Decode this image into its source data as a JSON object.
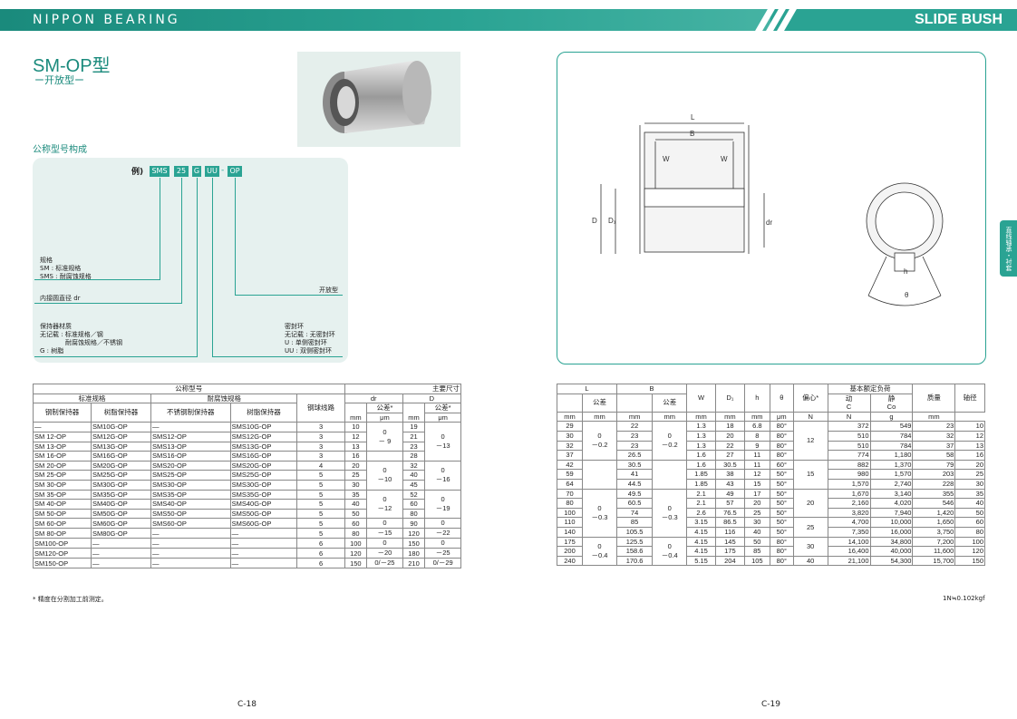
{
  "header": {
    "brand": "NIPPON BEARING",
    "section": "SLIDE BUSH"
  },
  "title": "SM-OP型",
  "subtitle": "ー开放型ー",
  "code": {
    "heading": "公称型号构成",
    "example": "例)",
    "parts": [
      "SMS",
      "25",
      "G",
      "UU",
      "OP"
    ],
    "dash": "-",
    "l_spec": [
      "规格",
      "SM : 标准规格",
      "SMS : 耐腐蚀规格"
    ],
    "l_dr": "内接圆直径 dr",
    "l_open": "开放型",
    "l_ret": [
      "保持器材质",
      "无记载 : 标准规格／钢",
      "　　　　耐腐蚀规格／不锈钢",
      "G : 树脂"
    ],
    "l_seal": [
      "密封环",
      "无记载 : 无密封环",
      "U : 单侧密封环",
      "UU : 双侧密封环"
    ]
  },
  "left_table": {
    "h1": [
      "公称型号",
      "主要尺寸"
    ],
    "h2": [
      "标准规格",
      "耐腐蚀规格",
      "钢球线路",
      "dr",
      "D"
    ],
    "h3": [
      "钢制保持器",
      "树脂保持器",
      "不锈钢制保持器",
      "树脂保持器",
      "公差*",
      "公差*"
    ],
    "units": [
      "mm",
      "μm",
      "mm",
      "μm"
    ],
    "rows": [
      [
        "—",
        "SM10G-OP",
        "—",
        "SMS10G-OP",
        "3",
        "10",
        "19"
      ],
      [
        "SM 12-OP",
        "SM12G-OP",
        "SMS12-OP",
        "SMS12G-OP",
        "3",
        "12",
        "21"
      ],
      [
        "SM 13-OP",
        "SM13G-OP",
        "SMS13-OP",
        "SMS13G-OP",
        "3",
        "13",
        "23"
      ],
      [
        "SM 16-OP",
        "SM16G-OP",
        "SMS16-OP",
        "SMS16G-OP",
        "3",
        "16",
        "28"
      ],
      [
        "SM 20-OP",
        "SM20G-OP",
        "SMS20-OP",
        "SMS20G-OP",
        "4",
        "20",
        "32"
      ],
      [
        "SM 25-OP",
        "SM25G-OP",
        "SMS25-OP",
        "SMS25G-OP",
        "5",
        "25",
        "40"
      ],
      [
        "SM 30-OP",
        "SM30G-OP",
        "SMS30-OP",
        "SMS30G-OP",
        "5",
        "30",
        "45"
      ],
      [
        "SM 35-OP",
        "SM35G-OP",
        "SMS35-OP",
        "SMS35G-OP",
        "5",
        "35",
        "52"
      ],
      [
        "SM 40-OP",
        "SM40G-OP",
        "SMS40-OP",
        "SMS40G-OP",
        "5",
        "40",
        "60"
      ],
      [
        "SM 50-OP",
        "SM50G-OP",
        "SMS50-OP",
        "SMS50G-OP",
        "5",
        "50",
        "80"
      ],
      [
        "SM 60-OP",
        "SM60G-OP",
        "SMS60-OP",
        "SMS60G-OP",
        "5",
        "60",
        "90"
      ],
      [
        "SM 80-OP",
        "SM80G-OP",
        "—",
        "—",
        "5",
        "80",
        "120"
      ],
      [
        "SM100-OP",
        "—",
        "—",
        "—",
        "6",
        "100",
        "150"
      ],
      [
        "SM120-OP",
        "—",
        "—",
        "—",
        "6",
        "120",
        "180"
      ],
      [
        "SM150-OP",
        "—",
        "—",
        "—",
        "6",
        "150",
        "210"
      ]
    ],
    "dr_tol": [
      {
        "span": 3,
        "v": [
          "0",
          "－ 9"
        ]
      },
      {
        "span": 1,
        "v": [
          ""
        ]
      },
      {
        "span": 3,
        "v": [
          "0",
          "－10"
        ]
      },
      {
        "span": 3,
        "v": [
          "0",
          "－12"
        ]
      },
      {
        "span": 1,
        "v": [
          "0"
        ]
      },
      {
        "span": 1,
        "v": [
          "－15"
        ]
      },
      {
        "span": 1,
        "v": [
          "0"
        ]
      },
      {
        "span": 1,
        "v": [
          "－20"
        ]
      },
      {
        "span": 1,
        "v": [
          "0/－25"
        ]
      }
    ],
    "d_tol": [
      {
        "span": 4,
        "v": [
          "0",
          "－13"
        ]
      },
      {
        "span": 3,
        "v": [
          "0",
          "－16"
        ]
      },
      {
        "span": 3,
        "v": [
          "0",
          "－19"
        ]
      },
      {
        "span": 1,
        "v": [
          "0"
        ]
      },
      {
        "span": 1,
        "v": [
          "－22"
        ]
      },
      {
        "span": 1,
        "v": [
          "0"
        ]
      },
      {
        "span": 1,
        "v": [
          "－25"
        ]
      },
      {
        "span": 1,
        "v": [
          "0/－29"
        ]
      }
    ],
    "note": "* 精度在分割加工前测定。"
  },
  "right_table": {
    "h1": [
      "L",
      "B",
      "W",
      "D₁",
      "h",
      "θ",
      "偏心*",
      "基本额定负荷",
      "质量",
      "轴径"
    ],
    "h2": [
      "公差",
      "公差",
      "动",
      "静"
    ],
    "h3": [
      "C",
      "Co"
    ],
    "units": [
      "mm",
      "mm",
      "mm",
      "mm",
      "mm",
      "mm",
      "mm",
      "μm",
      "N",
      "N",
      "g",
      "mm"
    ],
    "rows": [
      [
        "29",
        "22",
        "1.3",
        "18",
        "6.8",
        "80°",
        "372",
        "549",
        "23",
        "10"
      ],
      [
        "30",
        "23",
        "1.3",
        "20",
        "8",
        "80°",
        "510",
        "784",
        "32",
        "12"
      ],
      [
        "32",
        "23",
        "1.3",
        "22",
        "9",
        "80°",
        "510",
        "784",
        "37",
        "13"
      ],
      [
        "37",
        "26.5",
        "1.6",
        "27",
        "11",
        "80°",
        "774",
        "1,180",
        "58",
        "16"
      ],
      [
        "42",
        "30.5",
        "1.6",
        "30.5",
        "11",
        "60°",
        "882",
        "1,370",
        "79",
        "20"
      ],
      [
        "59",
        "41",
        "1.85",
        "38",
        "12",
        "50°",
        "980",
        "1,570",
        "203",
        "25"
      ],
      [
        "64",
        "44.5",
        "1.85",
        "43",
        "15",
        "50°",
        "1,570",
        "2,740",
        "228",
        "30"
      ],
      [
        "70",
        "49.5",
        "2.1",
        "49",
        "17",
        "50°",
        "1,670",
        "3,140",
        "355",
        "35"
      ],
      [
        "80",
        "60.5",
        "2.1",
        "57",
        "20",
        "50°",
        "2,160",
        "4,020",
        "546",
        "40"
      ],
      [
        "100",
        "74",
        "2.6",
        "76.5",
        "25",
        "50°",
        "3,820",
        "7,940",
        "1,420",
        "50"
      ],
      [
        "110",
        "85",
        "3.15",
        "86.5",
        "30",
        "50°",
        "4,700",
        "10,000",
        "1,650",
        "60"
      ],
      [
        "140",
        "105.5",
        "4.15",
        "116",
        "40",
        "50°",
        "7,350",
        "16,000",
        "3,750",
        "80"
      ],
      [
        "175",
        "125.5",
        "4.15",
        "145",
        "50",
        "80°",
        "14,100",
        "34,800",
        "7,200",
        "100"
      ],
      [
        "200",
        "158.6",
        "4.15",
        "175",
        "85",
        "80°",
        "16,400",
        "40,000",
        "11,600",
        "120"
      ],
      [
        "240",
        "170.6",
        "5.15",
        "204",
        "105",
        "80°",
        "21,100",
        "54,300",
        "15,700",
        "150"
      ]
    ],
    "l_tol": [
      {
        "span": 4,
        "v": [
          "0",
          "－0.2"
        ]
      },
      {
        "span": 3,
        "v": [
          ""
        ]
      },
      {
        "span": 5,
        "v": [
          "0",
          "－0.3"
        ]
      },
      {
        "span": 3,
        "v": [
          "0",
          "－0.4"
        ]
      }
    ],
    "b_tol": [
      {
        "span": 4,
        "v": [
          "0",
          "－0.2"
        ]
      },
      {
        "span": 3,
        "v": [
          ""
        ]
      },
      {
        "span": 5,
        "v": [
          "0",
          "－0.3"
        ]
      },
      {
        "span": 3,
        "v": [
          "0",
          "－0.4"
        ]
      }
    ],
    "ecc": [
      {
        "span": 4,
        "v": "12"
      },
      {
        "span": 3,
        "v": "15"
      },
      {
        "span": 3,
        "v": "20"
      },
      {
        "span": 2,
        "v": "25"
      },
      {
        "span": 2,
        "v": "30"
      },
      {
        "span": 1,
        "v": "40"
      }
    ],
    "note": "1N≒0.102kgf"
  },
  "diagram": {
    "labels": [
      "L",
      "B",
      "W",
      "W",
      "D",
      "D₁",
      "dr",
      "h",
      "θ"
    ]
  },
  "side_tab": "直线轴承・衬套",
  "pages": [
    "C-18",
    "C-19"
  ]
}
